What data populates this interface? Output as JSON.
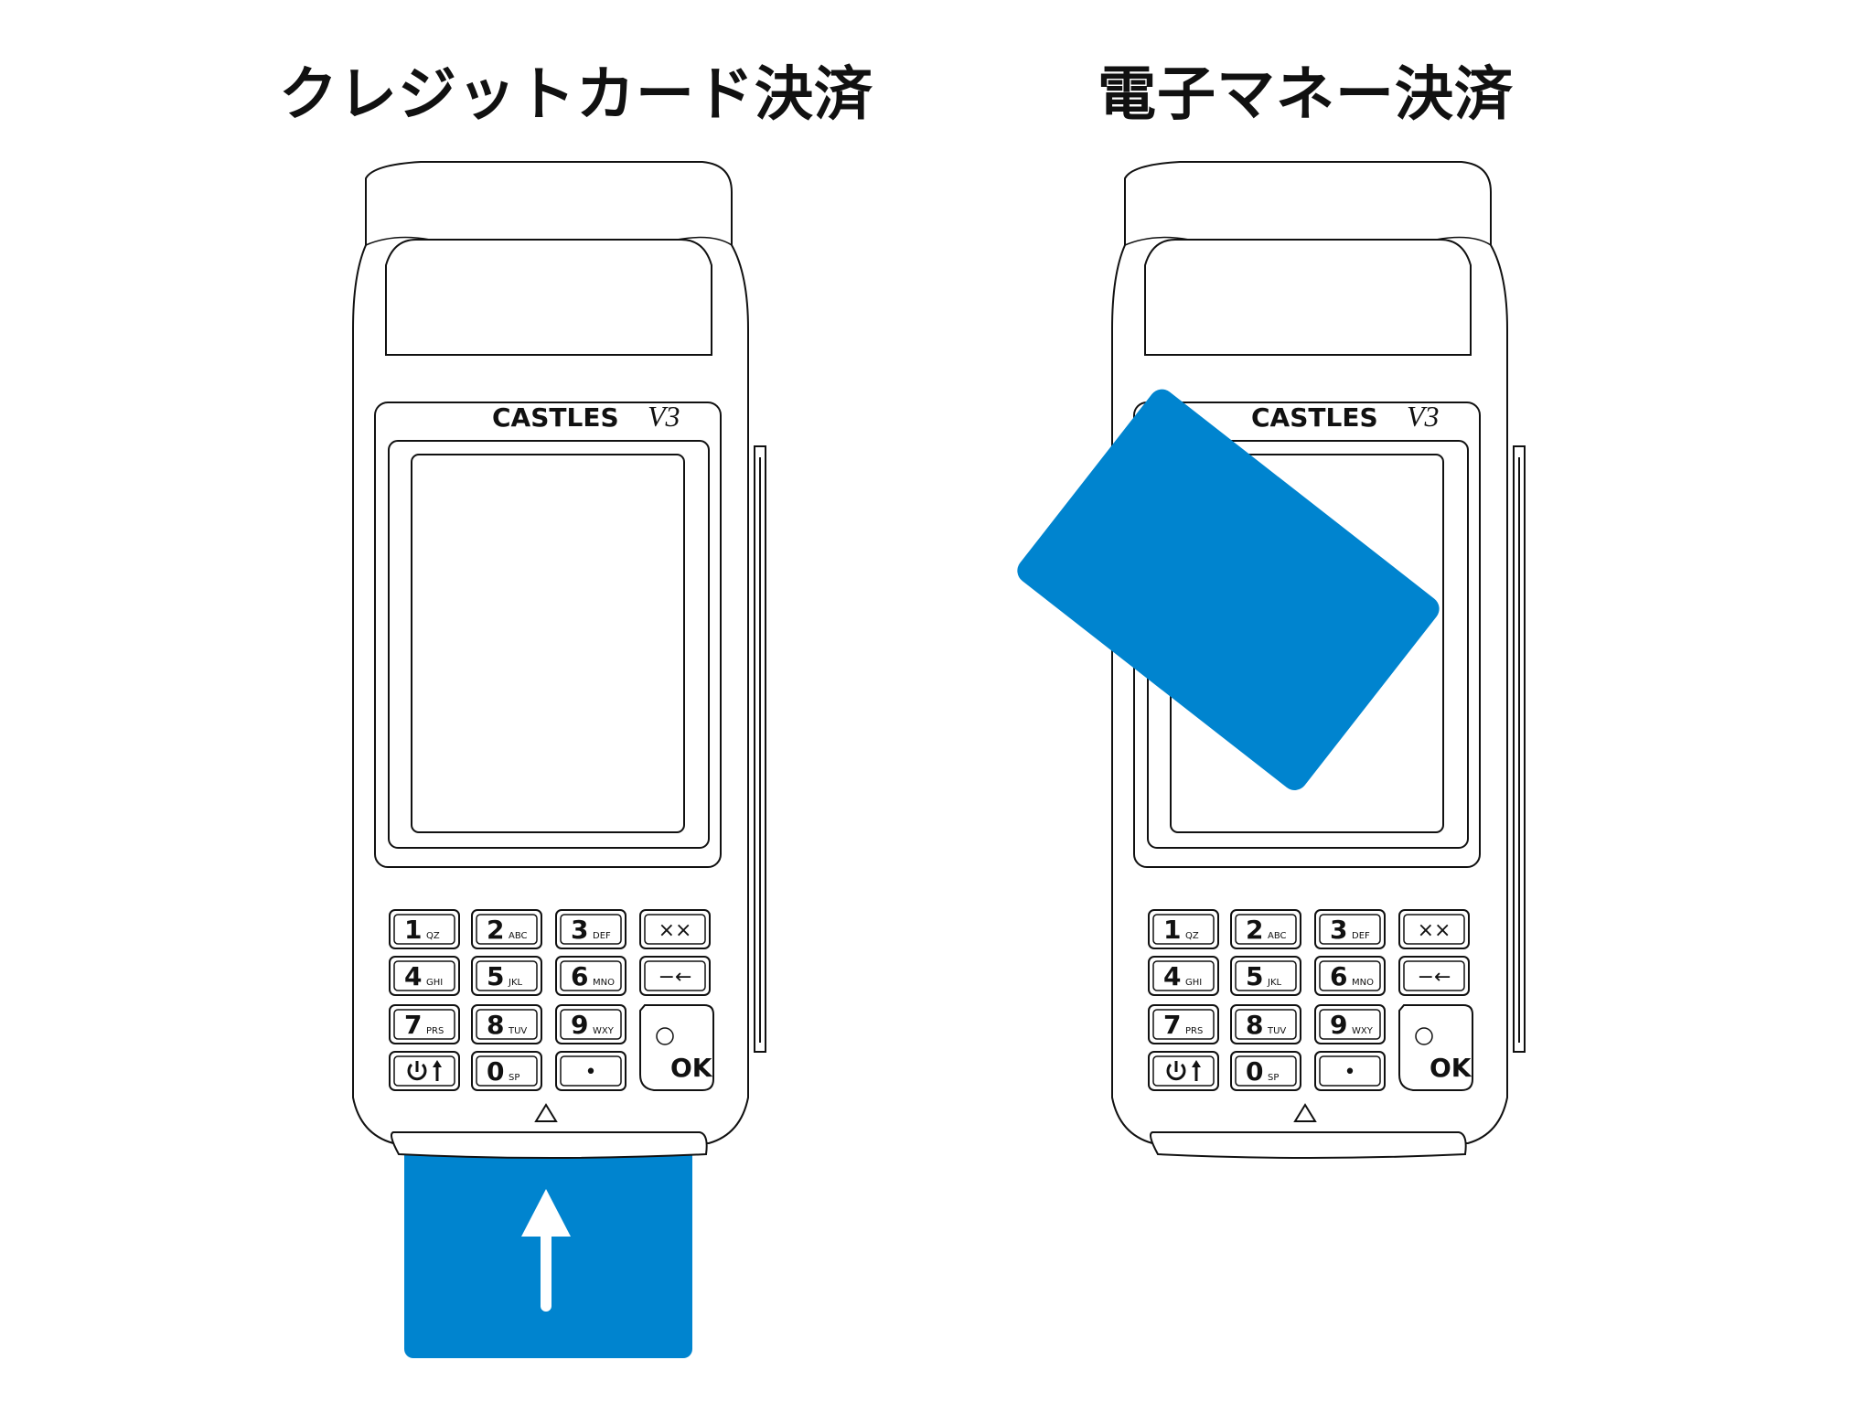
{
  "colors": {
    "card": "#0084cf",
    "outline": "#111111",
    "background": "#ffffff"
  },
  "panels": [
    {
      "id": "left",
      "title": "クレジットカード決済"
    },
    {
      "id": "right",
      "title": "電子マネー決済"
    }
  ],
  "device": {
    "brand": "CASTLES",
    "model": "V3",
    "keys": [
      {
        "num": "1",
        "sub": "QZ"
      },
      {
        "num": "2",
        "sub": "ABC"
      },
      {
        "num": "3",
        "sub": "DEF"
      },
      {
        "func": "××"
      },
      {
        "num": "4",
        "sub": "GHI"
      },
      {
        "num": "5",
        "sub": "JKL"
      },
      {
        "num": "6",
        "sub": "MNO"
      },
      {
        "func": "−←"
      },
      {
        "num": "7",
        "sub": "PRS"
      },
      {
        "num": "8",
        "sub": "TUV"
      },
      {
        "num": "9",
        "sub": "WXY"
      },
      {
        "num": "",
        "sub": ""
      },
      {
        "num": "0",
        "sub": "SP"
      },
      {
        "func": "•"
      }
    ],
    "ok_label": "OK"
  },
  "icons": {
    "power": "power-icon",
    "arrow": "arrow-up-icon",
    "indicator": "triangle-up-icon"
  }
}
